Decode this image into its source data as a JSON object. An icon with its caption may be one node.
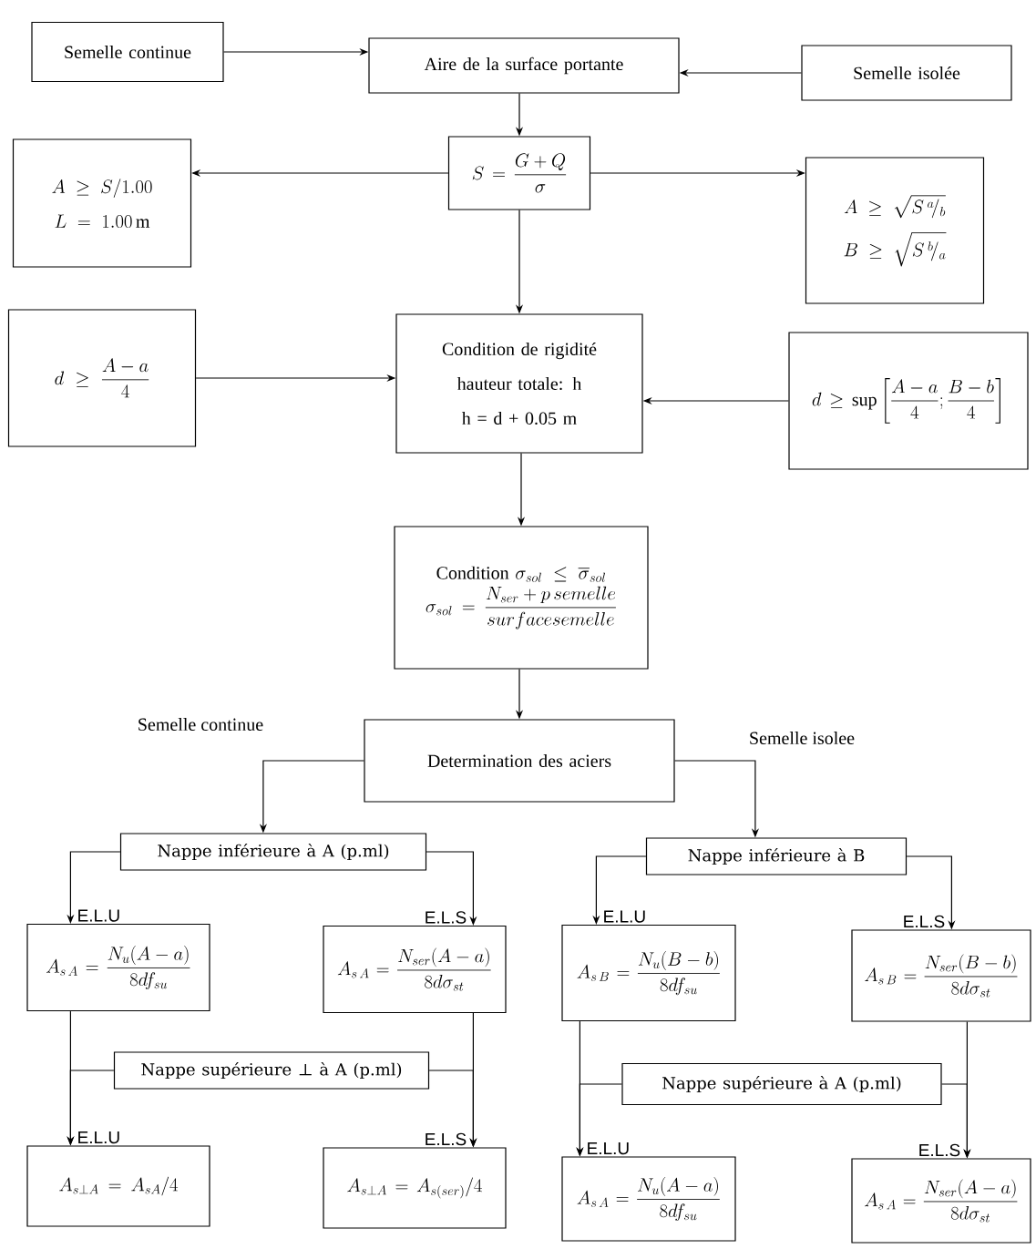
{
  "diagram": {
    "nodes": [
      {
        "text": [
          "Semelle continue"
        ]
      },
      {
        "text": [
          "Aire de la surface portante"
        ]
      },
      {
        "text": [
          "Semelle isolée"
        ]
      },
      {
        "text": [
          "S = \\frac{G+Q}{\\sigma}"
        ]
      },
      {
        "text": [
          "A \\geq S / 1.00",
          "L = 1.00\\,\\mathrm{m}"
        ]
      },
      {
        "text": [
          "A \\geq \\sqrt{S\\,{}^{a}\\!/_{b}}",
          "B \\geq \\sqrt{S\\,{}^{b}\\!/_{a}}"
        ]
      },
      {
        "text": [
          "d \\geq \\frac{A-a}{4}"
        ]
      },
      {
        "text": [
          "Condition de rigidité",
          "hauteur totale: h",
          "h = d + 0.05 m"
        ]
      },
      {
        "text": [
          "d \\geq \\sup\\left[\\frac{A-a}{4} ; \\frac{B-b}{4}\\right]"
        ]
      },
      {
        "text": [
          "\\mathrm{Condition}\\ \\sigma_{sol} \\leq \\overline{\\sigma}_{sol}",
          "\\sigma_{sol} = \\frac{N_{ser} + p\\,semelle}{surfacesemelle}"
        ]
      },
      {
        "text": [
          "Determination des aciers"
        ]
      },
      {
        "text": [
          "Nappe inférieure à A (p.ml)"
        ]
      },
      {
        "text": [
          "Nappe inférieure à B"
        ]
      },
      {
        "text": [
          "A_{s\\,A} = \\frac{N_{u}(A-a)}{8 d f_{su}}"
        ]
      },
      {
        "text": [
          "A_{s\\,A} = \\frac{N_{ser}(A-a)}{8 d \\sigma_{st}}"
        ]
      },
      {
        "text": [
          "A_{s\\,B} = \\frac{N_{u}(B-b)}{8 d f_{su}}"
        ]
      },
      {
        "text": [
          "A_{s\\,B} = \\frac{N_{ser}(B-b)}{8 d \\sigma_{st}}"
        ]
      },
      {
        "text": [
          "Nappe supérieure ⊥ à A (p.ml)"
        ]
      },
      {
        "text": [
          "Nappe supérieure à A (p.ml)"
        ]
      },
      {
        "text": [
          "A_{s\\perp A} = A_{sA}/4"
        ]
      },
      {
        "text": [
          "A_{s\\perp A} = A_{s(ser)}/4"
        ]
      },
      {
        "text": [
          "A_{s\\,A} = \\frac{N_{u}(A-a)}{8 d f_{su}}"
        ]
      },
      {
        "text": [
          "A_{s\\,A} = \\frac{N_{ser}(A-a)}{8 d \\sigma_{st}}"
        ]
      }
    ],
    "edges": [
      {
        "from": 0,
        "to": 1,
        "arrow": "to"
      },
      {
        "from": 2,
        "to": 1,
        "arrow": "to"
      },
      {
        "from": 1,
        "to": 3,
        "arrow": "to"
      },
      {
        "from": 3,
        "to": 4,
        "arrow": "to"
      },
      {
        "from": 3,
        "to": 5,
        "arrow": "to"
      },
      {
        "from": 3,
        "to": 7,
        "arrow": "to"
      },
      {
        "from": 6,
        "to": 7,
        "arrow": "to"
      },
      {
        "from": 8,
        "to": 7,
        "arrow": "to"
      },
      {
        "from": 7,
        "to": 9,
        "arrow": "to"
      },
      {
        "from": 9,
        "to": 10,
        "arrow": "to"
      },
      {
        "from": 10,
        "to": 11,
        "arrow": "to"
      },
      {
        "from": 10,
        "to": 12,
        "arrow": "to"
      },
      {
        "from": 11,
        "to": 13,
        "arrow": "to",
        "label": "E.L.U"
      },
      {
        "from": 11,
        "to": 14,
        "arrow": "to",
        "label": "E.L.S"
      },
      {
        "from": 12,
        "to": 15,
        "arrow": "to",
        "label": "E.L.U"
      },
      {
        "from": 12,
        "to": 16,
        "arrow": "to",
        "label": "E.L.S"
      },
      {
        "from": 13,
        "to": 19,
        "arrow": "to",
        "label": "E.L.U"
      },
      {
        "from": 17,
        "to": 19,
        "arrow": "to"
      },
      {
        "from": 14,
        "to": 20,
        "arrow": "to",
        "label": "E.L.S"
      },
      {
        "from": 17,
        "to": 20,
        "arrow": "to"
      },
      {
        "from": 15,
        "to": 21,
        "arrow": "to",
        "label": "E.L.U"
      },
      {
        "from": 18,
        "to": 21,
        "arrow": "to"
      },
      {
        "from": 16,
        "to": 22,
        "arrow": "to",
        "label": "E.L.S"
      },
      {
        "from": 18,
        "to": 22,
        "arrow": "to"
      }
    ],
    "labels": [
      "Semelle continue",
      "Semelle isolee"
    ]
  }
}
